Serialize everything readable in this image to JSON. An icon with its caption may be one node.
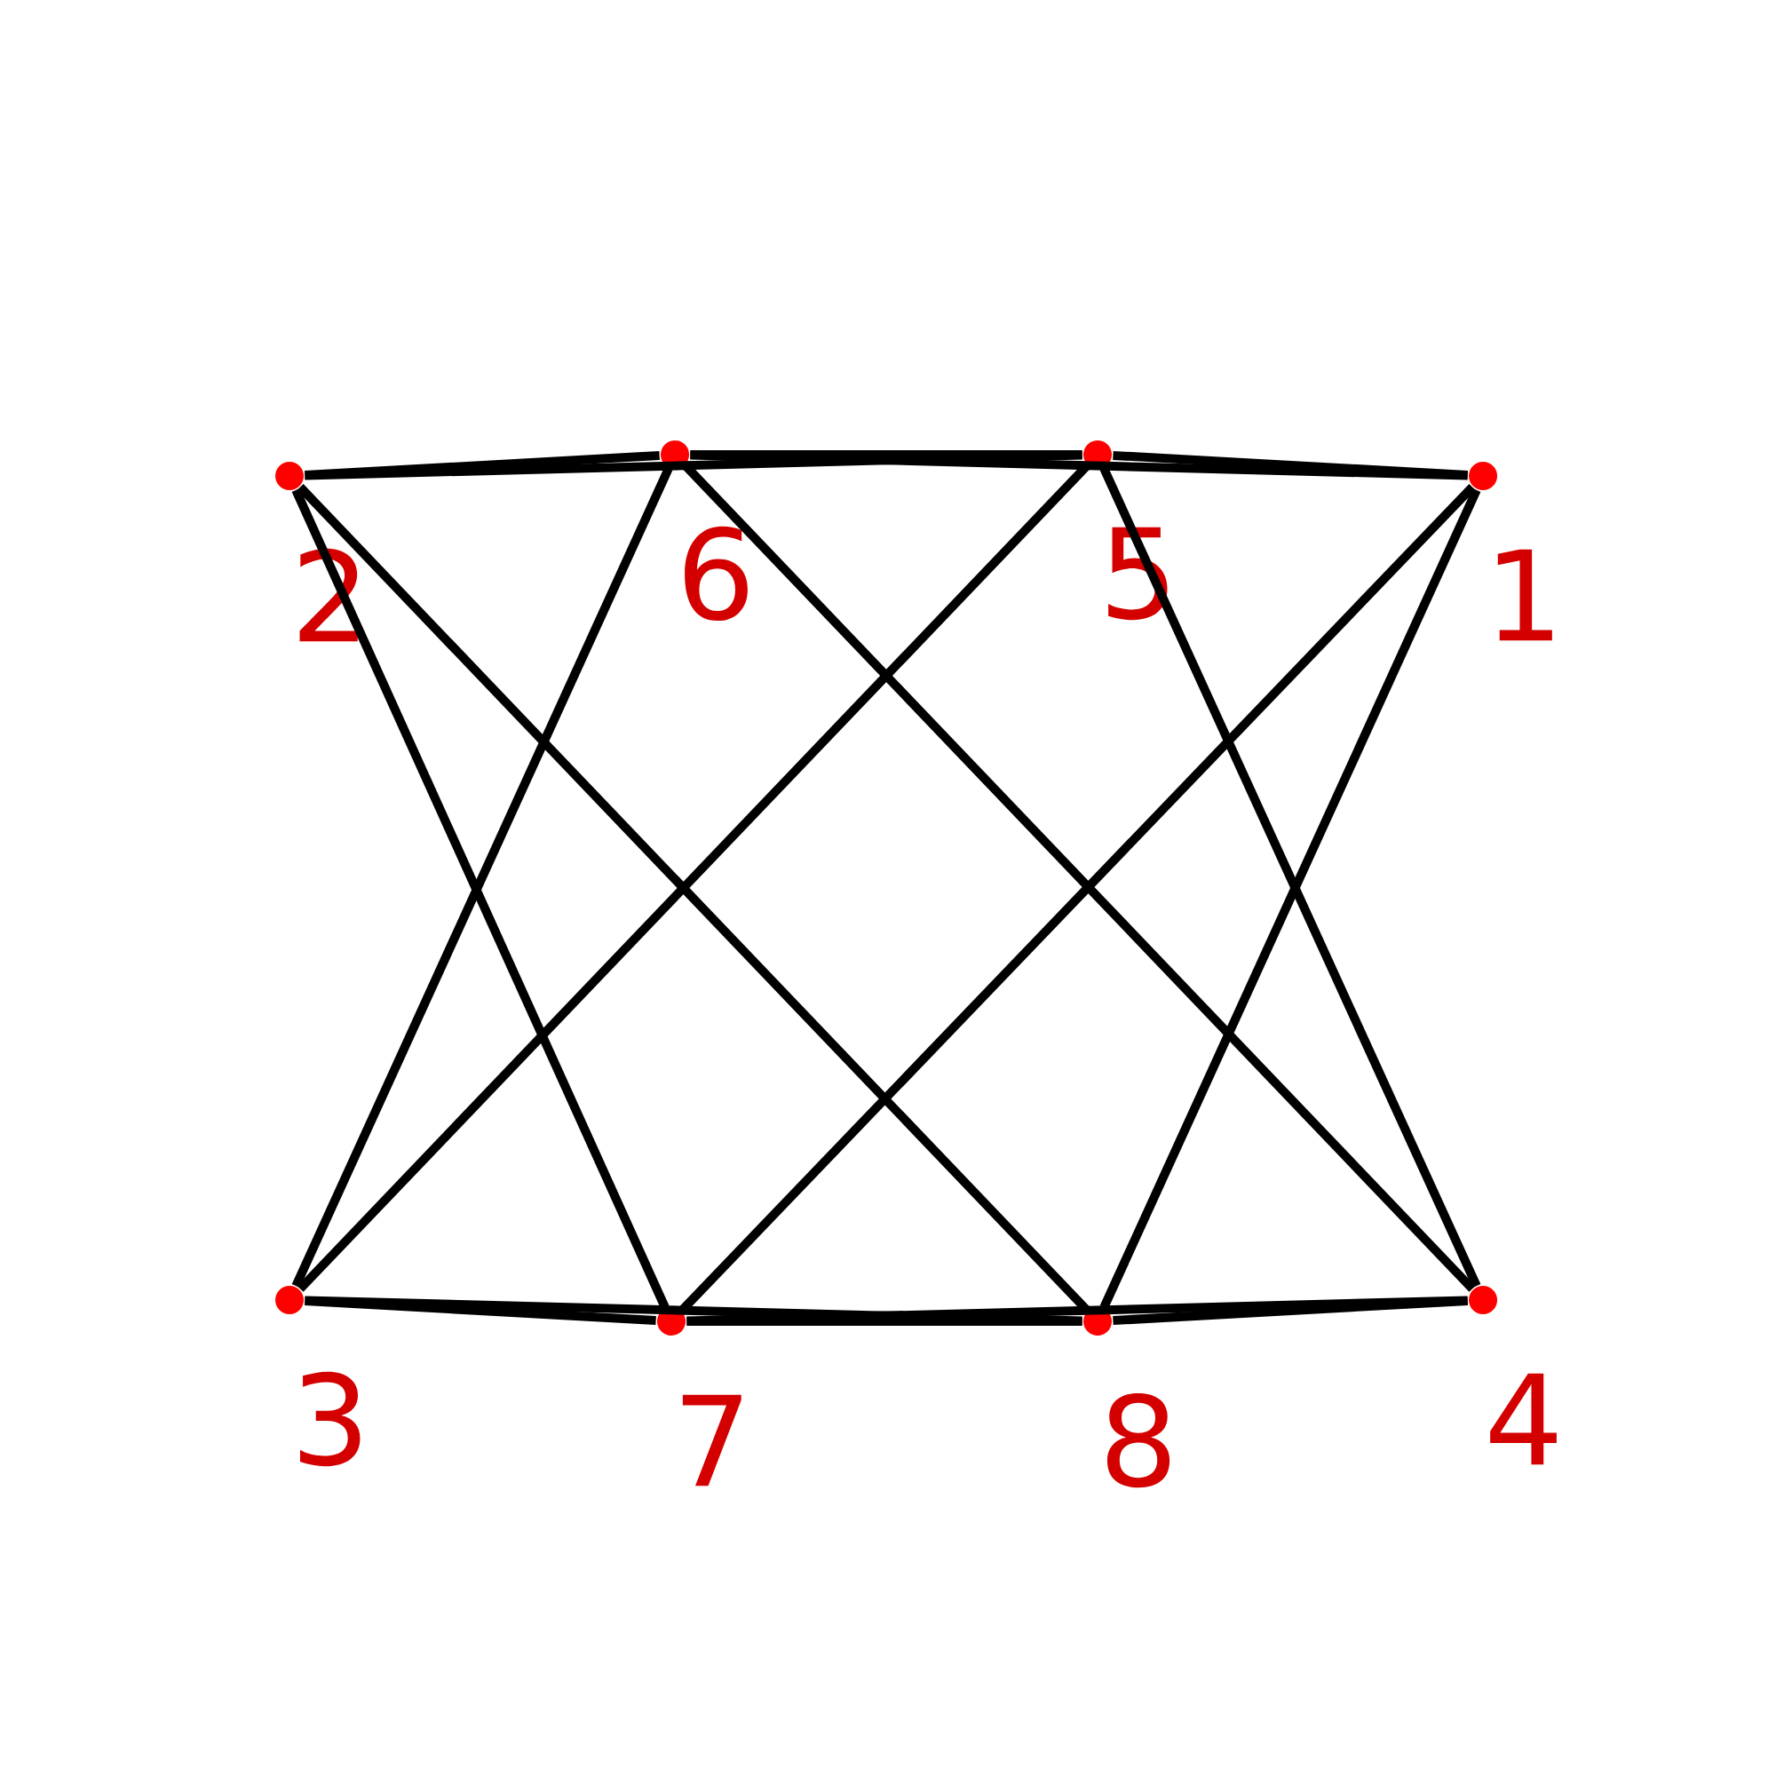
{
  "diagram": {
    "nodes": [
      {
        "text": [],
        "shape": "circle",
        "beside": [
          "2"
        ]
      },
      {
        "text": [],
        "shape": "circle",
        "beside": [
          "6"
        ]
      },
      {
        "text": [],
        "shape": "circle",
        "beside": [
          "5"
        ]
      },
      {
        "text": [],
        "shape": "circle",
        "beside": [
          "1"
        ]
      },
      {
        "text": [],
        "shape": "circle",
        "beside": [
          "3"
        ]
      },
      {
        "text": [],
        "shape": "circle",
        "beside": [
          "7"
        ]
      },
      {
        "text": [],
        "shape": "circle",
        "beside": [
          "8"
        ]
      },
      {
        "text": [],
        "shape": "circle",
        "beside": [
          "4"
        ]
      }
    ],
    "edges": [
      {
        "from": 0,
        "to": 1,
        "arrow": "none"
      },
      {
        "from": 0,
        "to": 2,
        "arrow": "none"
      },
      {
        "from": 1,
        "to": 2,
        "arrow": "none"
      },
      {
        "from": 1,
        "to": 3,
        "arrow": "none"
      },
      {
        "from": 2,
        "to": 3,
        "arrow": "none"
      },
      {
        "from": 4,
        "to": 5,
        "arrow": "none"
      },
      {
        "from": 4,
        "to": 6,
        "arrow": "none"
      },
      {
        "from": 5,
        "to": 6,
        "arrow": "none"
      },
      {
        "from": 5,
        "to": 7,
        "arrow": "none"
      },
      {
        "from": 6,
        "to": 7,
        "arrow": "none"
      },
      {
        "from": 0,
        "to": 5,
        "arrow": "none"
      },
      {
        "from": 0,
        "to": 6,
        "arrow": "none"
      },
      {
        "from": 1,
        "to": 4,
        "arrow": "none"
      },
      {
        "from": 1,
        "to": 7,
        "arrow": "none"
      },
      {
        "from": 2,
        "to": 4,
        "arrow": "none"
      },
      {
        "from": 2,
        "to": 7,
        "arrow": "none"
      },
      {
        "from": 3,
        "to": 5,
        "arrow": "none"
      },
      {
        "from": 3,
        "to": 6,
        "arrow": "none"
      }
    ]
  }
}
